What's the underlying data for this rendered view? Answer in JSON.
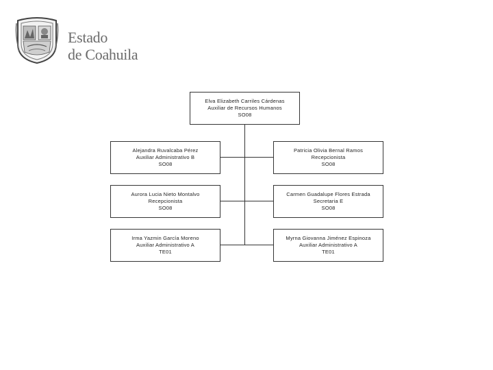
{
  "brand": {
    "line1": "Estado",
    "line2": "de Coahuila"
  },
  "org_chart": {
    "root": {
      "name": "Elva Elizabeth Carriles Cárdenas",
      "title": "Auxiliar de Recursos Humanos",
      "code": "SO08"
    },
    "left": [
      {
        "name": "Alejandra Ruvalcaba Pérez",
        "title": "Auxiliar Administrativo B",
        "code": "SO08"
      },
      {
        "name": "Aurora Lucia Nieto Montalvo",
        "title": "Recepcionista",
        "code": "SO08"
      },
      {
        "name": "Irma Yazmin García Moreno",
        "title": "Auxiliar Administrativo A",
        "code": "TE01"
      }
    ],
    "right": [
      {
        "name": "Patricia Olivia Bernal Ramos",
        "title": "Recepcionista",
        "code": "SO08"
      },
      {
        "name": "Carmen Guadalupe Flores Estrada",
        "title": "Secretaria E",
        "code": "SO08"
      },
      {
        "name": "Myrna Giovanna Jiménez Espinoza",
        "title": "Auxiliar Administrativo A",
        "code": "TE01"
      }
    ]
  }
}
